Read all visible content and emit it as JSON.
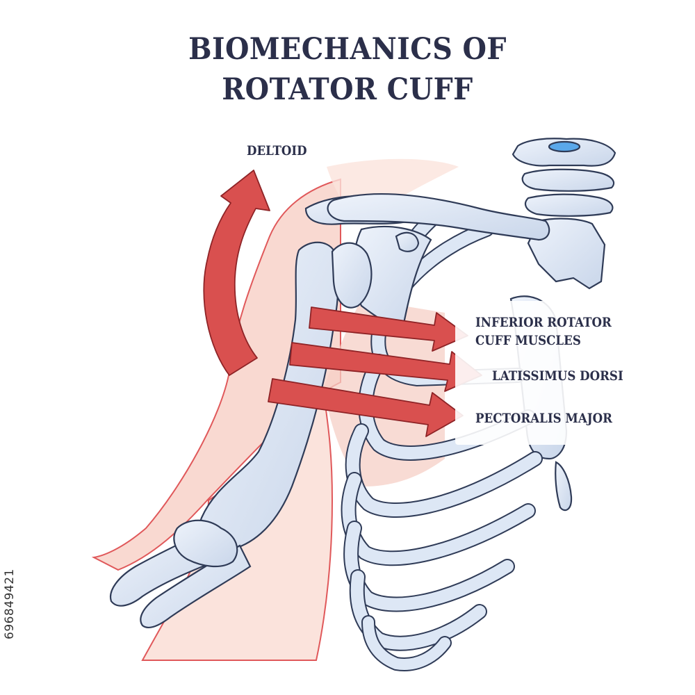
{
  "title": {
    "line1": "BIOMECHANICS OF",
    "line2": "ROTATOR CUFF"
  },
  "labels": {
    "deltoid": "DELTOID",
    "inferior_line1": "INFERIOR ROTATOR",
    "inferior_line2": "CUFF MUSCLES",
    "latissimus": "LATISSIMUS DORSI",
    "pectoralis": "PECTORALIS MAJOR"
  },
  "stock_id": "696849421",
  "colors": {
    "title": "#2b2f4a",
    "arrow_fill": "#d9504f",
    "arrow_stroke": "#8e2326",
    "muscle_fill": "#f9d9d1",
    "muscle_outline": "#e0585a",
    "bone_fill": "#dce6f4",
    "bone_outline": "#2f3b57",
    "disc_accent": "#5aa8ea"
  }
}
